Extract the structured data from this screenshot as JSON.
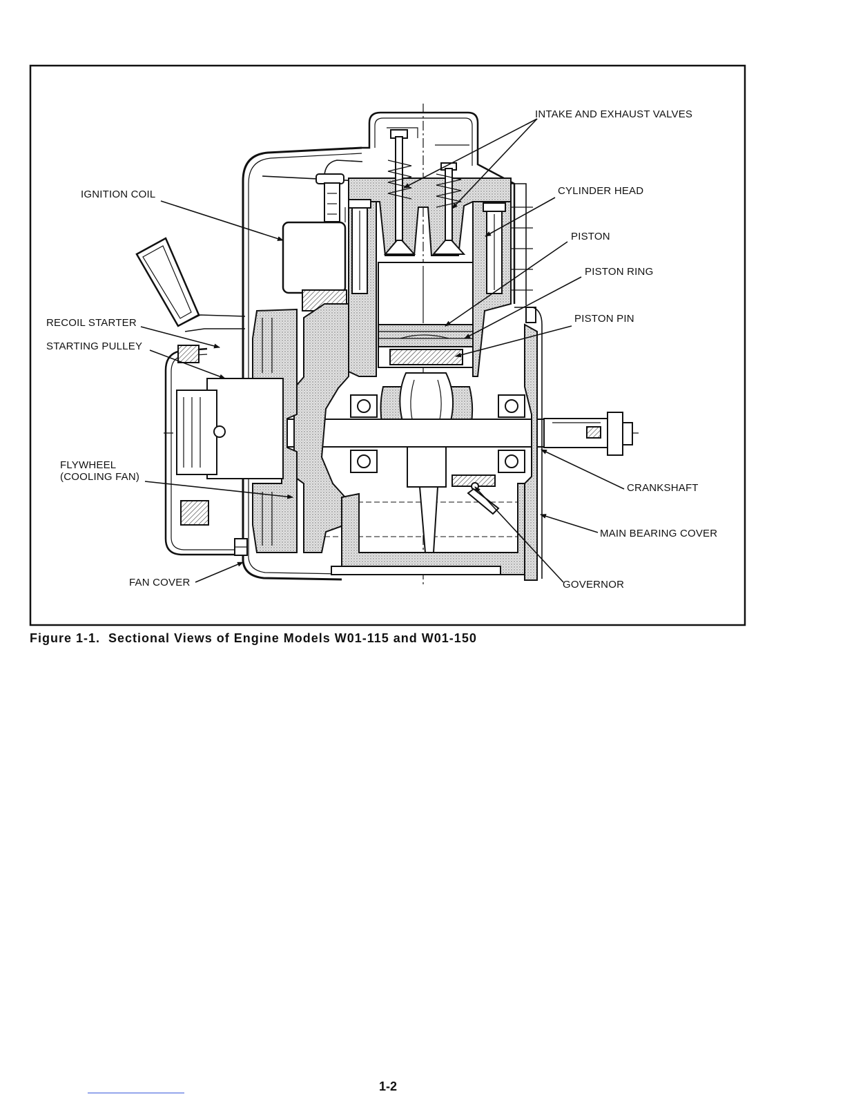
{
  "figure": {
    "labels": {
      "intake_exhaust_valves": "INTAKE AND EXHAUST VALVES",
      "cylinder_head": "CYLINDER HEAD",
      "piston": "PISTON",
      "piston_ring": "PISTON RING",
      "piston_pin": "PISTON PIN",
      "ignition_coil": "IGNITION COIL",
      "recoil_starter": "RECOIL STARTER",
      "starting_pulley": "STARTING PULLEY",
      "flywheel_line1": "FLYWHEEL",
      "flywheel_line2": "(COOLING FAN)",
      "crankshaft": "CRANKSHAFT",
      "main_bearing_cover": "MAIN BEARING COVER",
      "fan_cover": "FAN COVER",
      "governor": "GOVERNOR"
    },
    "caption": "Figure 1-1.  Sectional Views of Engine Models W01-115 and W01-150"
  },
  "page": {
    "number": "1-2"
  }
}
